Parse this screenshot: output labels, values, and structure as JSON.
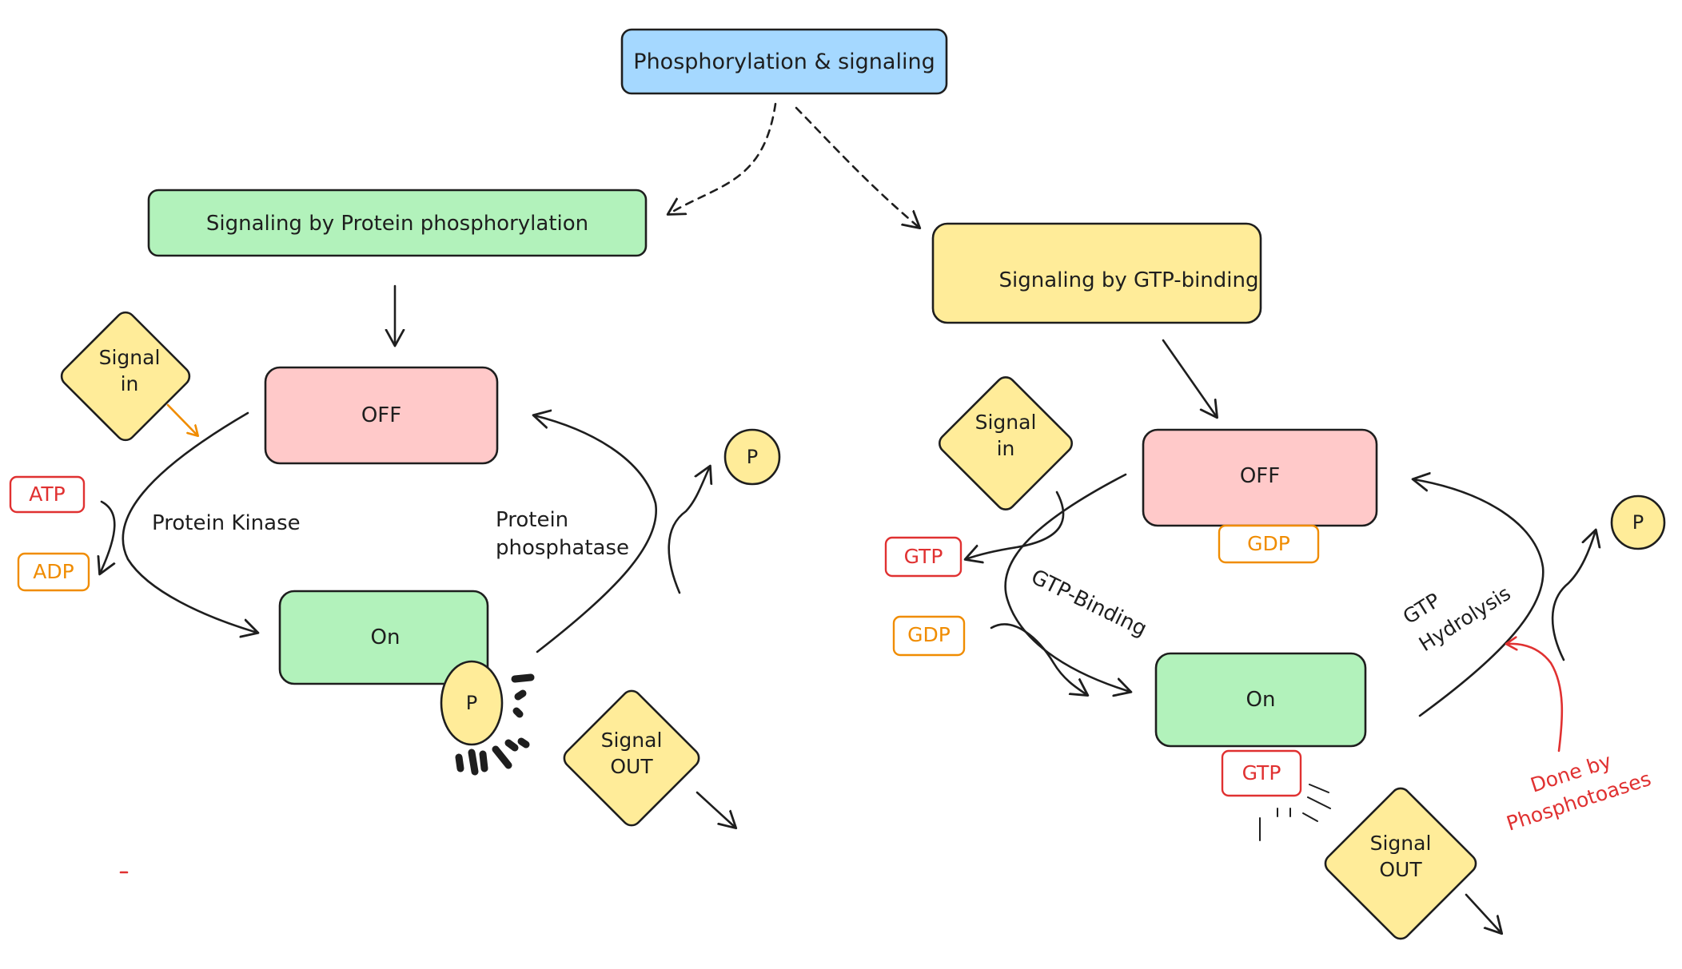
{
  "colors": {
    "blue": "#a5d8ff",
    "green": "#b2f2bb",
    "yellow": "#ffec99",
    "pink": "#ffc9c9",
    "red": "#e03131",
    "orange": "#f08c00",
    "stroke": "#1e1e1e"
  },
  "title": "Phosphorylation & signaling",
  "left": {
    "header": "Signaling by Protein phosphorylation",
    "signal_in": [
      "Signal",
      "in"
    ],
    "off": "OFF",
    "on": "On",
    "atp": "ATP",
    "adp": "ADP",
    "kinase": "Protein Kinase",
    "phosphatase": [
      "Protein",
      "phosphatase"
    ],
    "phosphate_free": "P",
    "phosphate_bound": "P",
    "signal_out": [
      "Signal",
      "OUT"
    ]
  },
  "right": {
    "header": "Signaling by GTP-binding",
    "signal_in": [
      "Signal",
      "in"
    ],
    "off": "OFF",
    "on": "On",
    "gdp_bound": "GDP",
    "gtp_bound": "GTP",
    "gtp_free": "GTP",
    "gdp_free": "GDP",
    "binding": "GTP-Binding",
    "hydrolysis": [
      "GTP",
      "Hydrolysis"
    ],
    "phosphate_free": "P",
    "signal_out": [
      "Signal",
      "OUT"
    ],
    "note": [
      "Done by",
      "Phosphotoases"
    ]
  }
}
